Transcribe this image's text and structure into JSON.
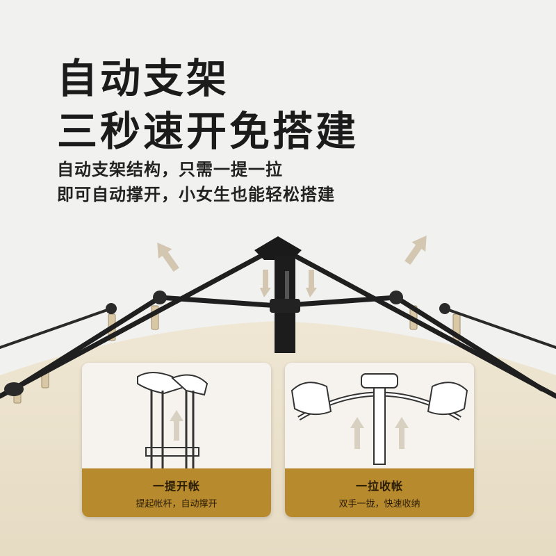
{
  "headline": {
    "line1": "自动支架",
    "line2": "三秒速开免搭建"
  },
  "subtitle": {
    "line1": "自动支架结构，只需一提一拉",
    "line2": "即可自动撑开，小女生也能轻松搭建"
  },
  "cards": [
    {
      "title": "一提开帐",
      "desc": "提起帐杆，自动撑开"
    },
    {
      "title": "一拉收帐",
      "desc": "双手一拢，快速收纳"
    }
  ],
  "colors": {
    "background": "#f1f1ef",
    "tent_fabric": "#ebe2cf",
    "frame": "#1e1e1e",
    "band": "#b88a2e",
    "arrow": "#cdbfa8"
  }
}
